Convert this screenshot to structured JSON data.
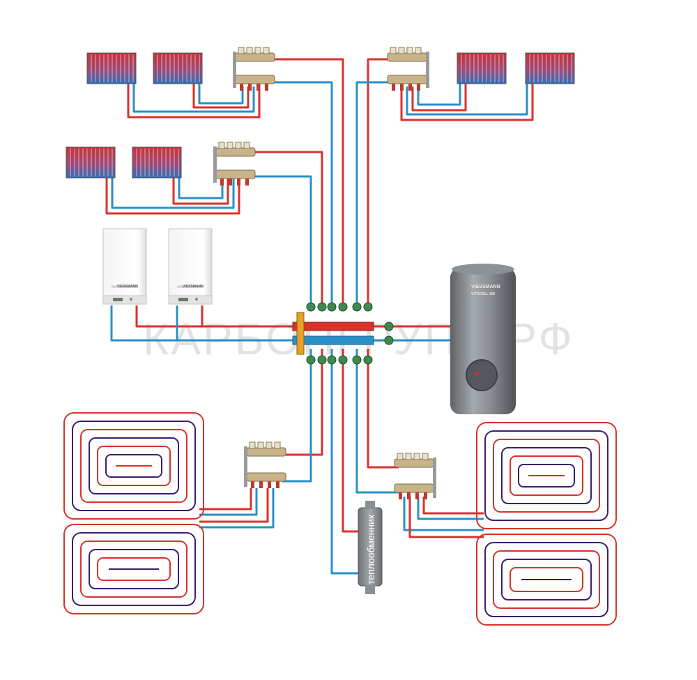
{
  "watermark": "КАРБОНГРУПП.РФ",
  "heat_exchanger_label": "теплообменник",
  "boilers": [
    {
      "brand": "VIESSMANN"
    },
    {
      "brand": "VIESSMANN"
    }
  ],
  "storage_tank": {
    "brand": "VIESSMANN",
    "model": "VITOCELL 300"
  },
  "colors": {
    "supply": "#d8322b",
    "return": "#2a8fc6",
    "floor_dark": "#3a1f6e",
    "manifold": "#c9b48a",
    "tank": "#7d8286",
    "background": "#ffffff"
  }
}
